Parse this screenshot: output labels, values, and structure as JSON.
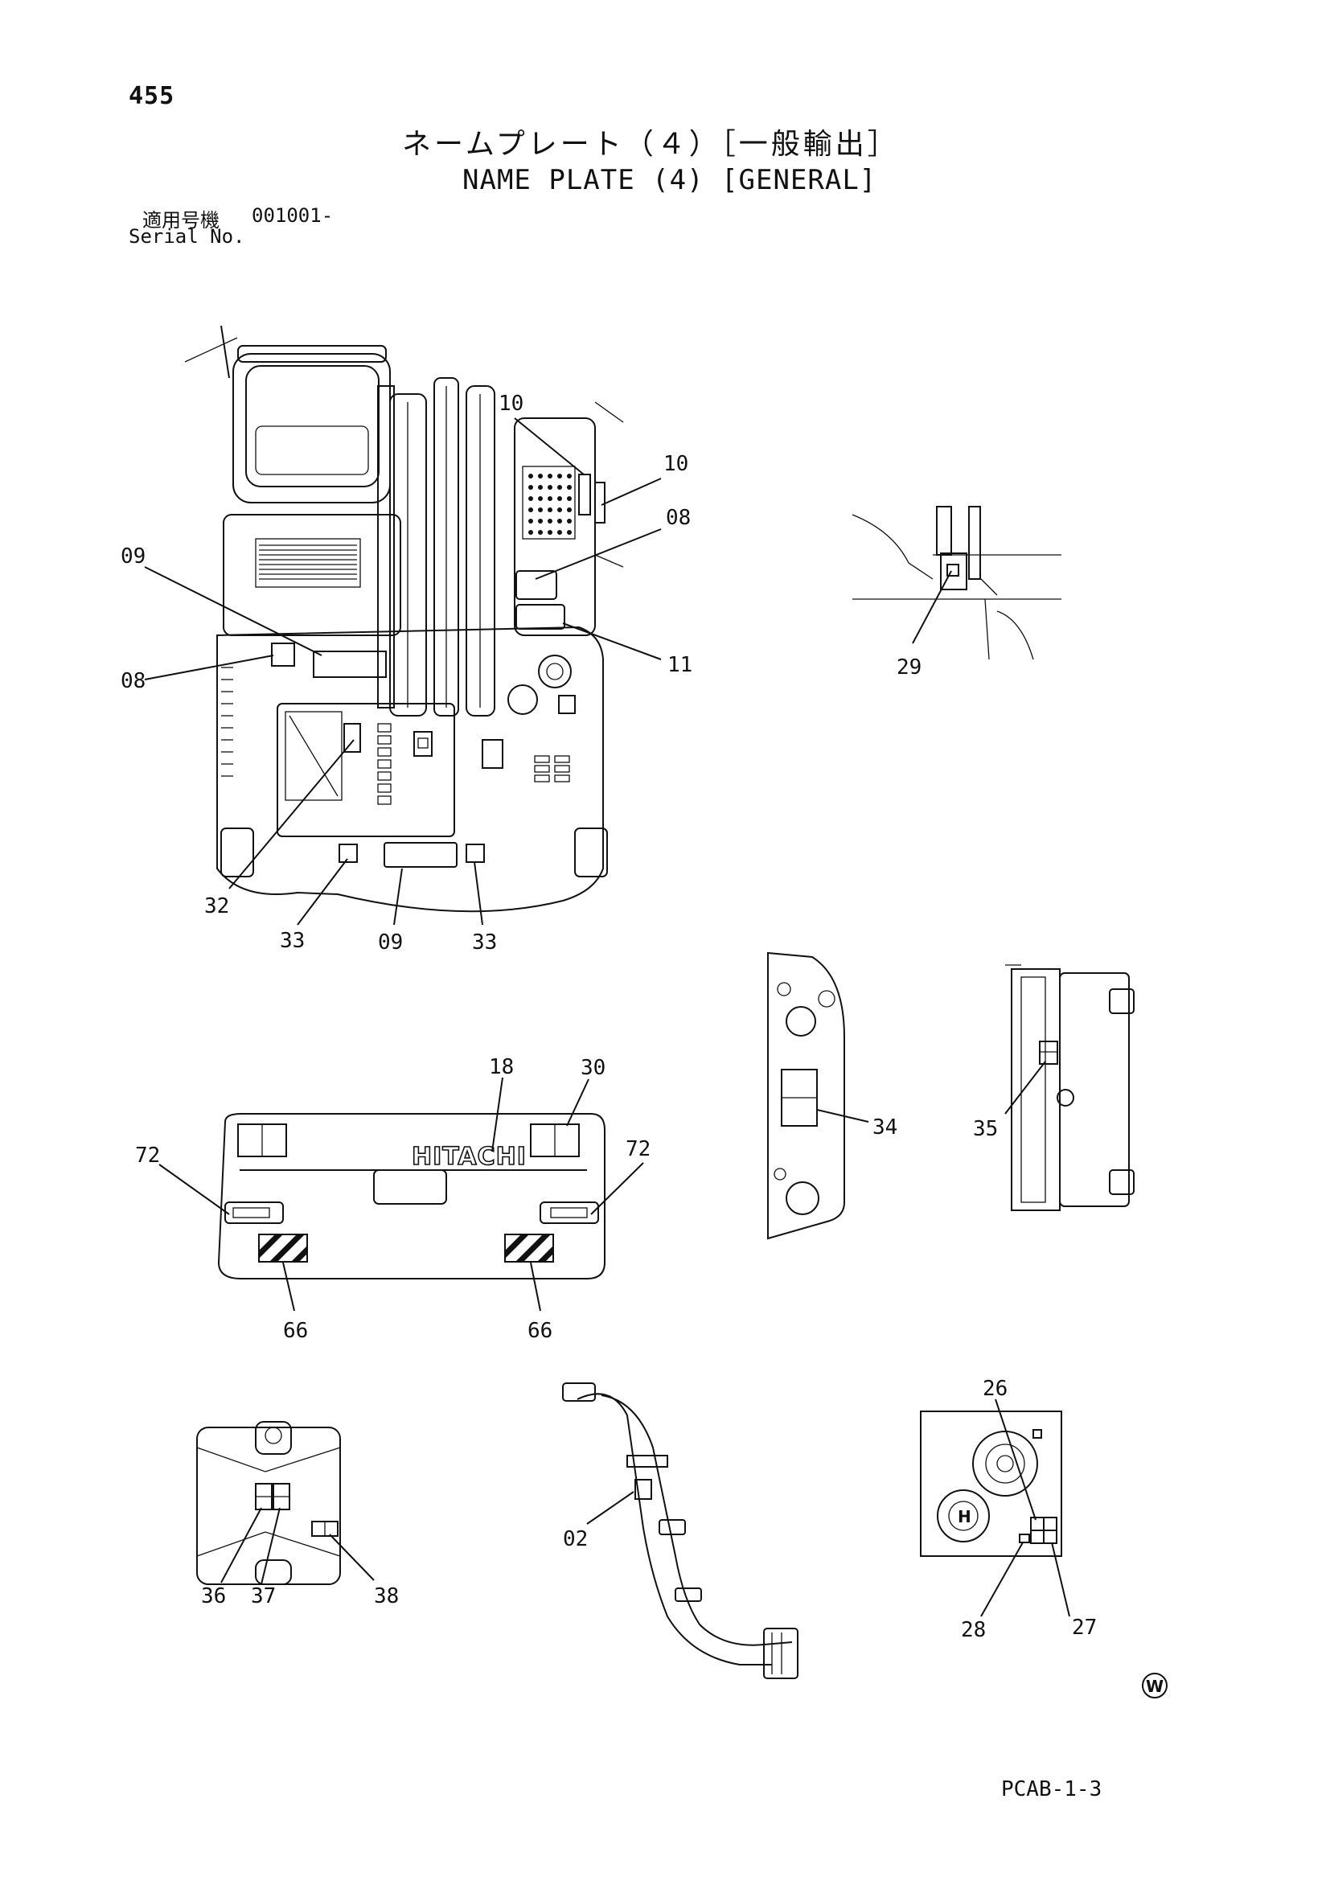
{
  "header": {
    "page_number": "455",
    "title_jp": "ネームプレート（４）［一般輸出］",
    "title_en": "NAME PLATE (4) [GENERAL]",
    "serial_label_jp": "適用号機",
    "serial_value": "001001-",
    "serial_label_en": "Serial No."
  },
  "brand_text": "HITACHI",
  "callouts": {
    "main_top_10a": "10",
    "main_top_10b": "10",
    "main_08_right": "08",
    "main_09_left": "09",
    "main_08_left": "08",
    "main_11": "11",
    "main_32": "32",
    "main_33a": "33",
    "main_09_bottom": "09",
    "main_33b": "33",
    "cab_29": "29",
    "rear_18": "18",
    "rear_30": "30",
    "rear_72a": "72",
    "rear_72b": "72",
    "rear_66a": "66",
    "rear_66b": "66",
    "bracket_34": "34",
    "radiator_35": "35",
    "tank_36": "36",
    "tank_37": "37",
    "tank_38": "38",
    "hose_02": "02",
    "swing_26": "26",
    "swing_28": "28",
    "swing_27": "27"
  },
  "footer": {
    "code": "PCAB-1-3",
    "watermark": "W"
  }
}
